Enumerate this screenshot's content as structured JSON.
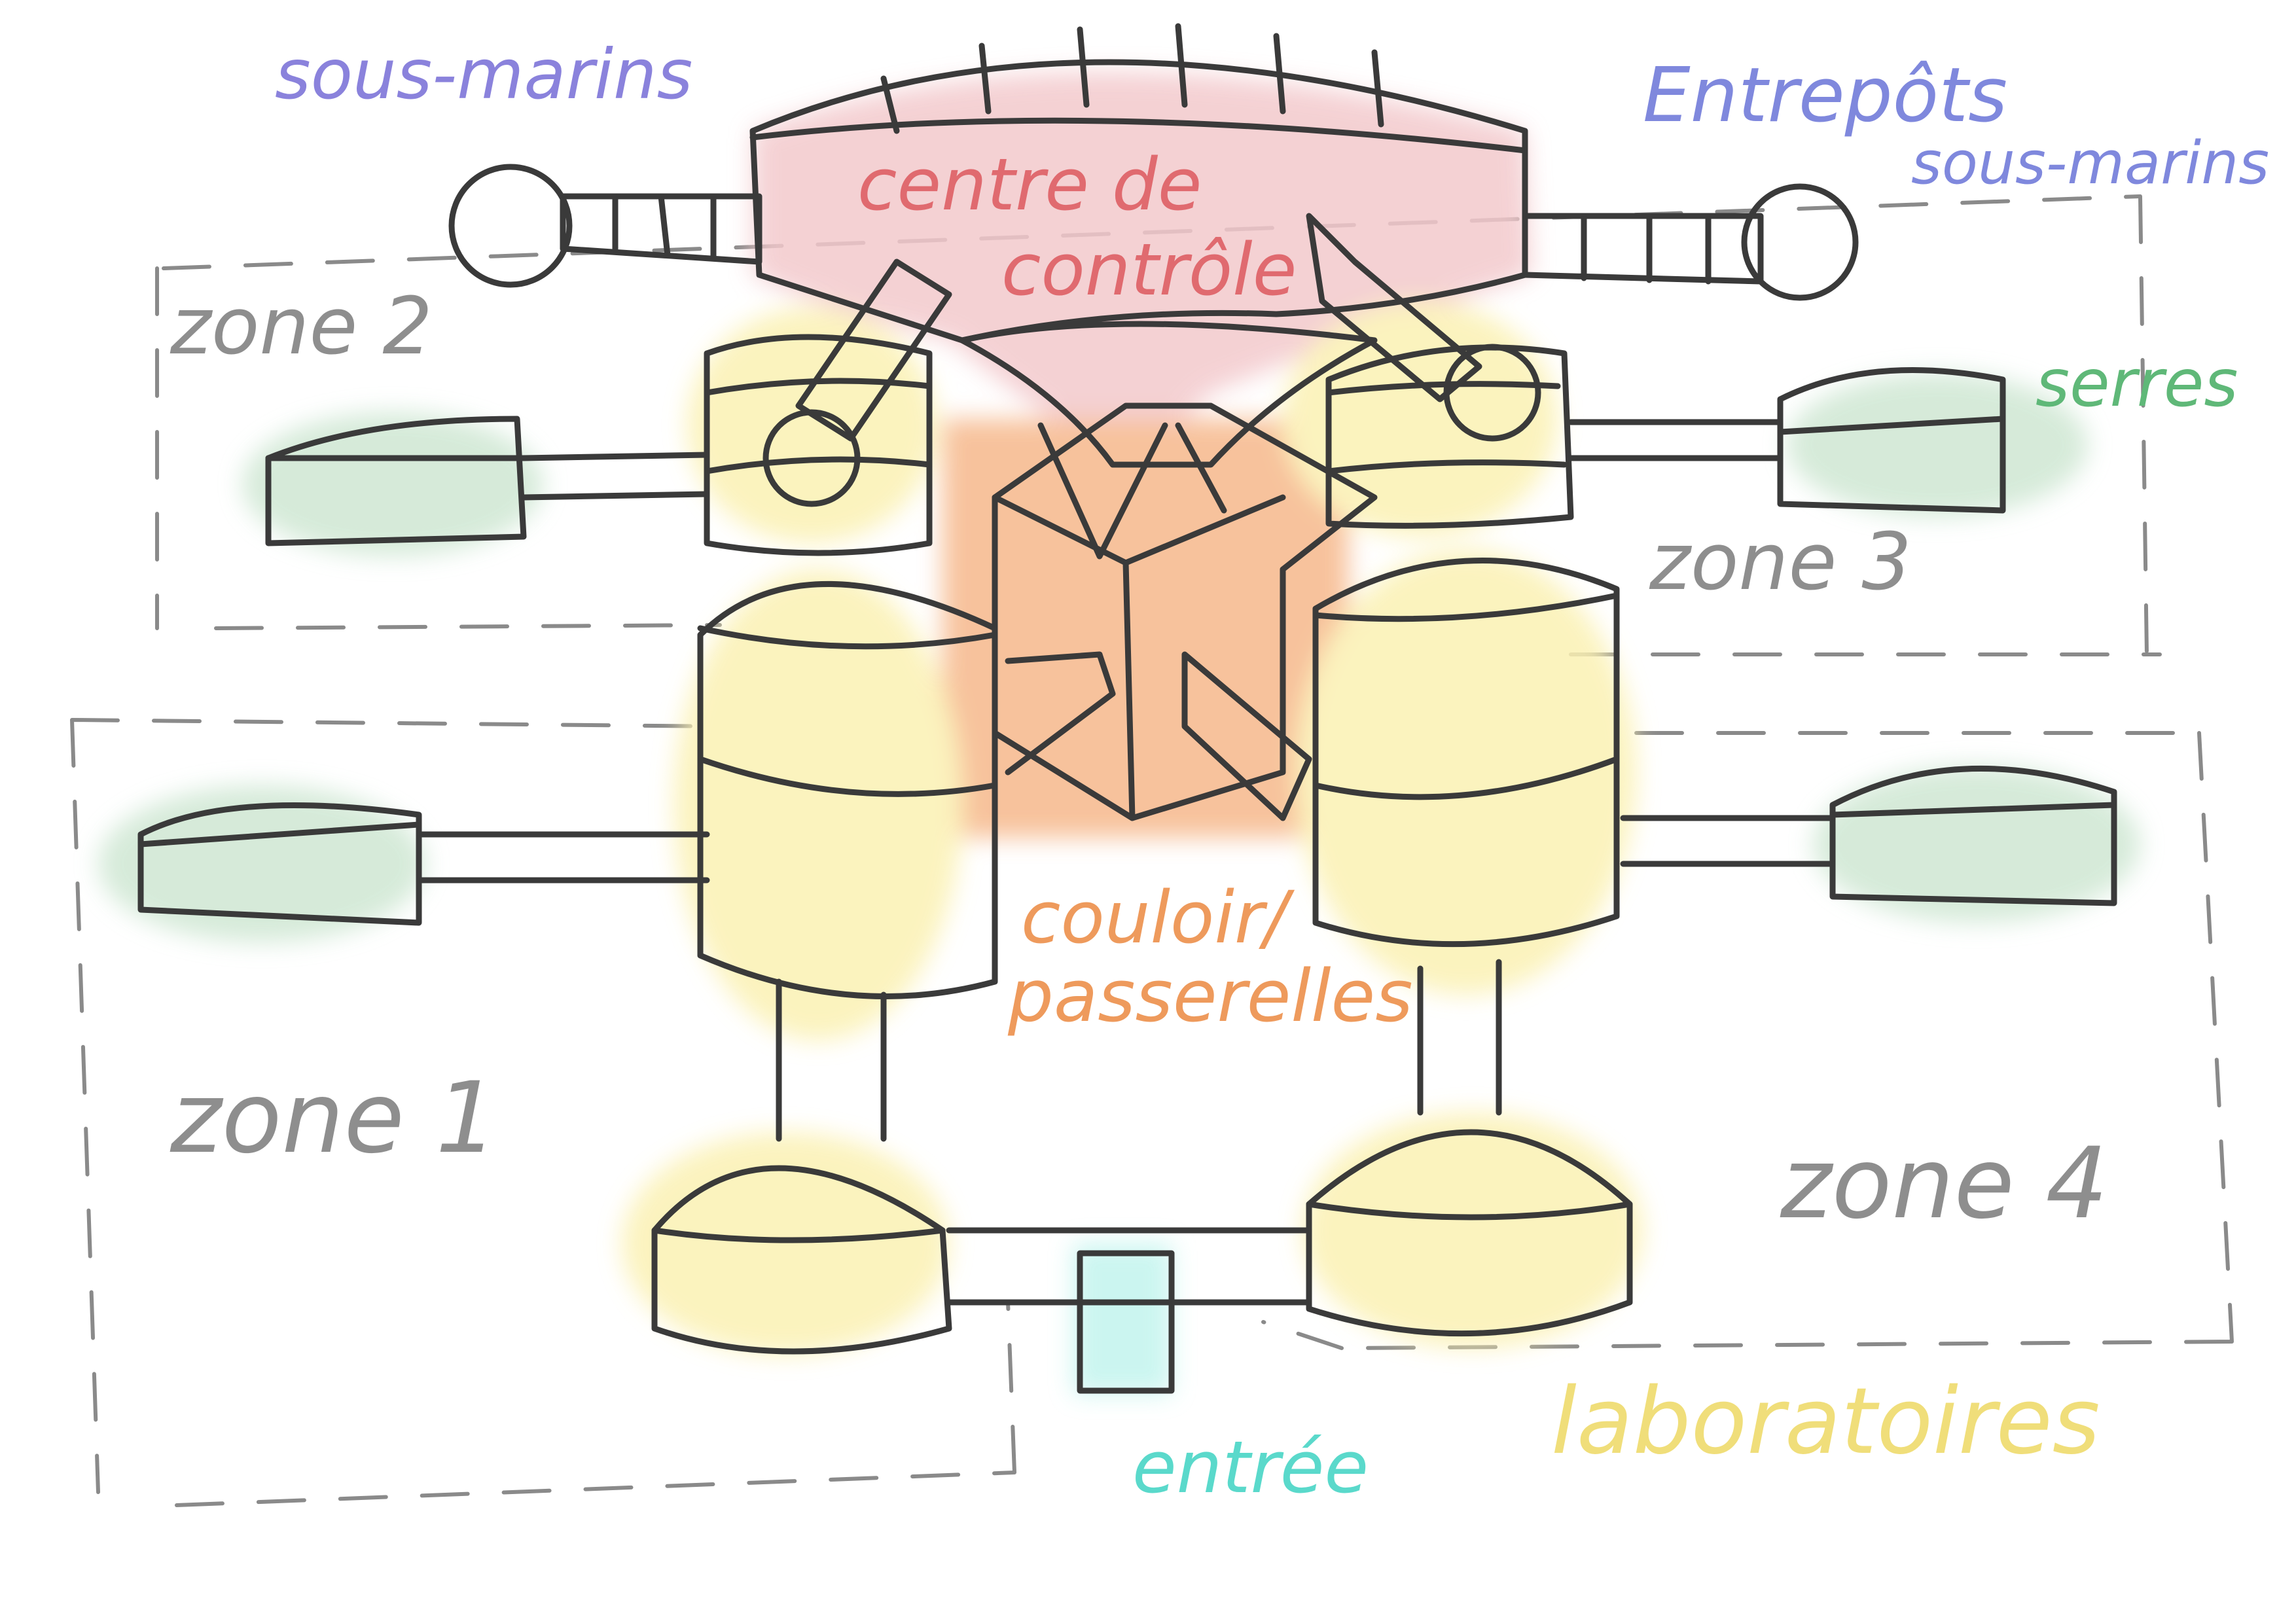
{
  "labels": {
    "sous_marins_left": "sous-marins",
    "entrepots_line1": "Entrepôts",
    "entrepots_line2": "sous-marins",
    "centre_line1": "centre de",
    "centre_line2": "contrôle",
    "serres": "serres",
    "couloir_line1": "couloir/",
    "couloir_line2": "passerelles",
    "laboratoires": "laboratoires",
    "entree": "entrée",
    "zone1": "zone 1",
    "zone2": "zone 2",
    "zone3": "zone 3",
    "zone4": "zone 4"
  },
  "colors": {
    "control": "#f3c9cc",
    "control_text": "#e06a6f",
    "submarine": "#9d96e6",
    "submarine_text": "#8a82dc",
    "entrepots_text": "#7f88dd",
    "greenhouse": "#cfe7d3",
    "greenhouse_text": "#5fb878",
    "lab": "#fbf1b3",
    "lab_text": "#f0de7a",
    "corridor": "#f6b88b",
    "corridor_text": "#ee9a5c",
    "entrance": "#c2f4ee",
    "entrance_text": "#5ad9cb",
    "zone_text": "#8e8e8e"
  }
}
